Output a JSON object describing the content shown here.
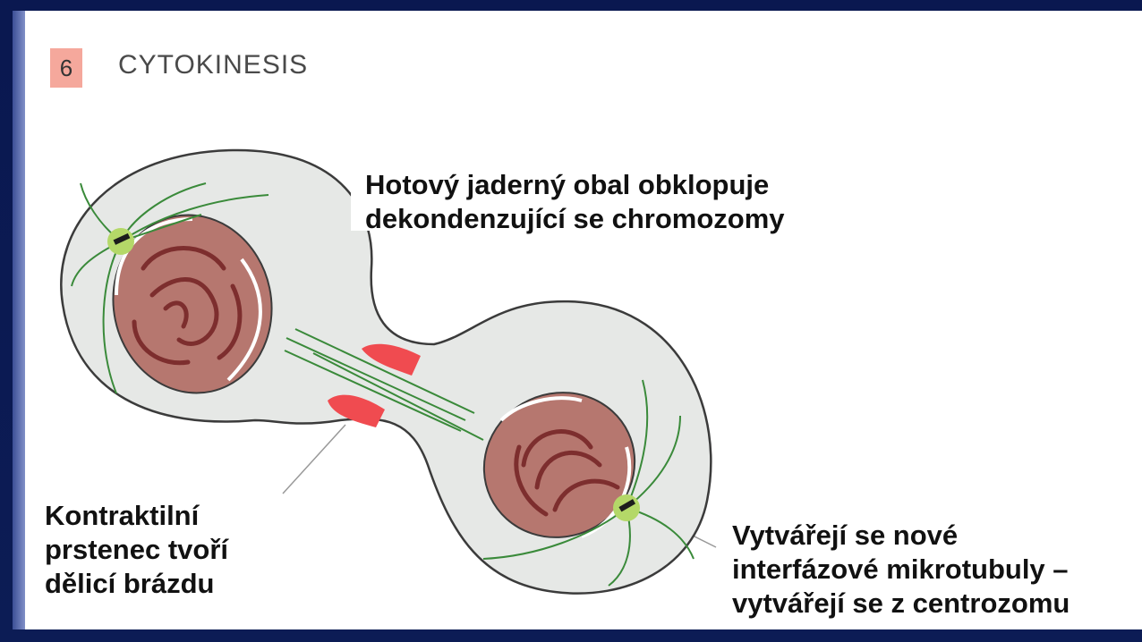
{
  "step": {
    "number": "6",
    "title": "CYTOKINESIS"
  },
  "labels": {
    "nuclear_envelope": [
      "Hotový jaderný obal obklopuje",
      "dekondenzující se chromozomy"
    ],
    "contractile_ring": [
      "Kontraktilní",
      "prstenec tvoří",
      "dělicí brázdu"
    ],
    "microtubules": [
      "Vytvářejí se nové",
      "interfázové mikrotubuly –",
      "vytvářejí se z centrozomu"
    ]
  },
  "colors": {
    "cell_fill": "#e6e8e6",
    "cell_stroke": "#3b3b3b",
    "nucleus_fill": "#b6776f",
    "chromosome": "#7d2e2e",
    "ring": "#f04b50",
    "microtubule": "#3a8a3a",
    "centrosome": "#b4d868"
  }
}
